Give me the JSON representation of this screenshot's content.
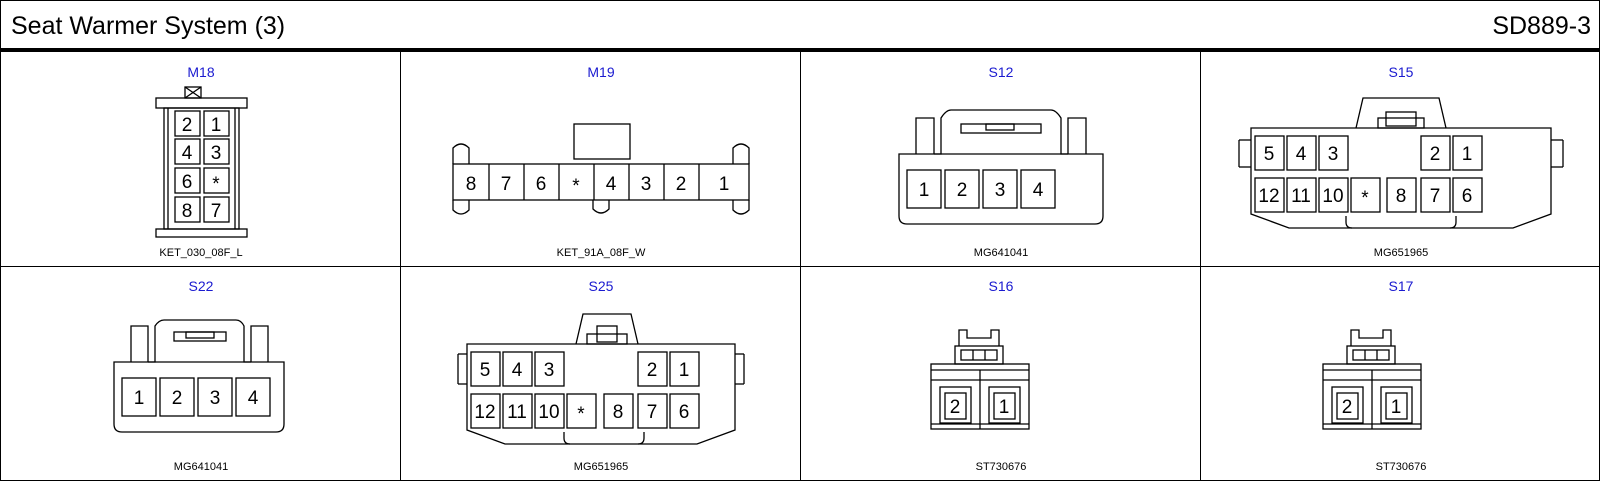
{
  "header": {
    "title": "Seat Warmer System (3)",
    "code": "SD889-3"
  },
  "connectors": [
    {
      "id": "M18",
      "part": "KET_030_08F_L",
      "pins": [
        "2",
        "1",
        "4",
        "3",
        "6",
        "*",
        "8",
        "7"
      ]
    },
    {
      "id": "M19",
      "part": "KET_91A_08F_W",
      "pins": [
        "8",
        "7",
        "6",
        "*",
        "4",
        "3",
        "2",
        "1"
      ]
    },
    {
      "id": "S12",
      "part": "MG641041",
      "pins": [
        "1",
        "2",
        "3",
        "4"
      ]
    },
    {
      "id": "S15",
      "part": "MG651965",
      "pins": [
        "5",
        "4",
        "3",
        "2",
        "1",
        "12",
        "11",
        "10",
        "*",
        "8",
        "7",
        "6"
      ]
    },
    {
      "id": "S22",
      "part": "MG641041",
      "pins": [
        "1",
        "2",
        "3",
        "4"
      ]
    },
    {
      "id": "S25",
      "part": "MG651965",
      "pins": [
        "5",
        "4",
        "3",
        "2",
        "1",
        "12",
        "11",
        "10",
        "*",
        "8",
        "7",
        "6"
      ]
    },
    {
      "id": "S16",
      "part": "ST730676",
      "pins": [
        "2",
        "1"
      ]
    },
    {
      "id": "S17",
      "part": "ST730676",
      "pins": [
        "2",
        "1"
      ]
    }
  ]
}
